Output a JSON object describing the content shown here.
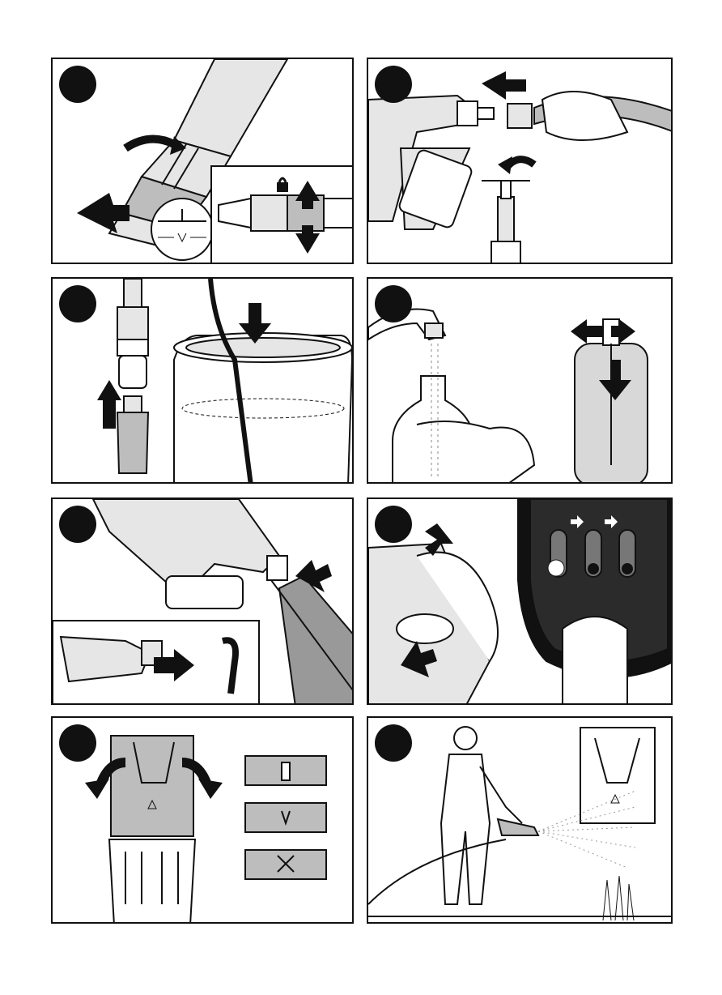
{
  "page": {
    "title": "",
    "panels": [
      {
        "id": "p1",
        "step": "",
        "scene": "nozzle-lock"
      },
      {
        "id": "p2",
        "step": "",
        "scene": "hose-connect"
      },
      {
        "id": "p3",
        "step": "",
        "scene": "barrel-suction"
      },
      {
        "id": "p4",
        "step": "",
        "scene": "bottle-fill"
      },
      {
        "id": "p5",
        "step": "",
        "scene": "bottle-attach"
      },
      {
        "id": "p6",
        "step": "",
        "scene": "control-panel"
      },
      {
        "id": "p7",
        "step": "",
        "scene": "spray-patterns"
      },
      {
        "id": "p8",
        "step": "",
        "scene": "spraying"
      }
    ]
  },
  "colors": {
    "line": "#111111",
    "fill_light": "#e6e6e6",
    "fill_mid": "#bdbdbd",
    "fill_dark": "#888888",
    "panel_bg": "#ffffff"
  },
  "icons": [
    "lock-icon",
    "arrow-icon",
    "curved-arrow-icon",
    "light-icon",
    "nozzle-symbol-icon"
  ]
}
